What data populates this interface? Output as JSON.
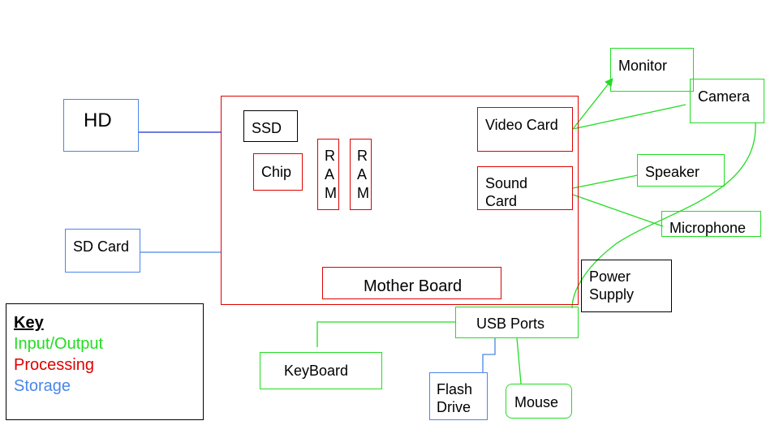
{
  "colors": {
    "input_output": "#22dd22",
    "processing": "#e00000",
    "storage": "#4a86e8",
    "neutral": "#000000"
  },
  "nodes": {
    "hd": {
      "label": "HD",
      "category": "storage"
    },
    "sd_card": {
      "label": "SD Card",
      "category": "storage"
    },
    "motherboard_frame": {
      "category": "processing"
    },
    "ssd": {
      "label": "SSD",
      "category": "neutral"
    },
    "chip": {
      "label": "Chip",
      "category": "processing"
    },
    "ram1": {
      "label": "R\nA\nM",
      "category": "processing"
    },
    "ram2": {
      "label": "R\nA\nM",
      "category": "processing"
    },
    "video_card": {
      "label": "Video Card",
      "category": "processing"
    },
    "sound_card": {
      "label": "Sound\nCard",
      "category": "processing"
    },
    "mother_board": {
      "label": "Mother Board",
      "category": "processing"
    },
    "monitor": {
      "label": "Monitor",
      "category": "input_output"
    },
    "camera": {
      "label": "Camera",
      "category": "input_output"
    },
    "speaker": {
      "label": "Speaker",
      "category": "input_output"
    },
    "microphone": {
      "label": "Microphone",
      "category": "input_output"
    },
    "power_supply": {
      "label": "Power\nSupply",
      "category": "neutral"
    },
    "usb_ports": {
      "label": "USB Ports",
      "category": "input_output"
    },
    "keyboard": {
      "label": "KeyBoard",
      "category": "input_output"
    },
    "flash_drive": {
      "label": "Flash\nDrive",
      "category": "storage"
    },
    "mouse": {
      "label": "Mouse",
      "category": "input_output"
    }
  },
  "edges": [
    {
      "from": "hd",
      "to": "motherboard_frame"
    },
    {
      "from": "sd_card",
      "to": "motherboard_frame"
    },
    {
      "from": "video_card",
      "to": "monitor",
      "arrow": true
    },
    {
      "from": "camera",
      "to": "video_card"
    },
    {
      "from": "sound_card",
      "to": "speaker"
    },
    {
      "from": "sound_card",
      "to": "microphone"
    },
    {
      "from": "camera",
      "to": "usb_ports"
    },
    {
      "from": "usb_ports",
      "to": "keyboard"
    },
    {
      "from": "usb_ports",
      "to": "flash_drive"
    },
    {
      "from": "usb_ports",
      "to": "mouse"
    }
  ],
  "key": {
    "title": "Key",
    "items": [
      {
        "label": "Input/Output",
        "color": "#22dd22"
      },
      {
        "label": "Processing",
        "color": "#e00000"
      },
      {
        "label": "Storage",
        "color": "#4a86e8"
      }
    ]
  }
}
